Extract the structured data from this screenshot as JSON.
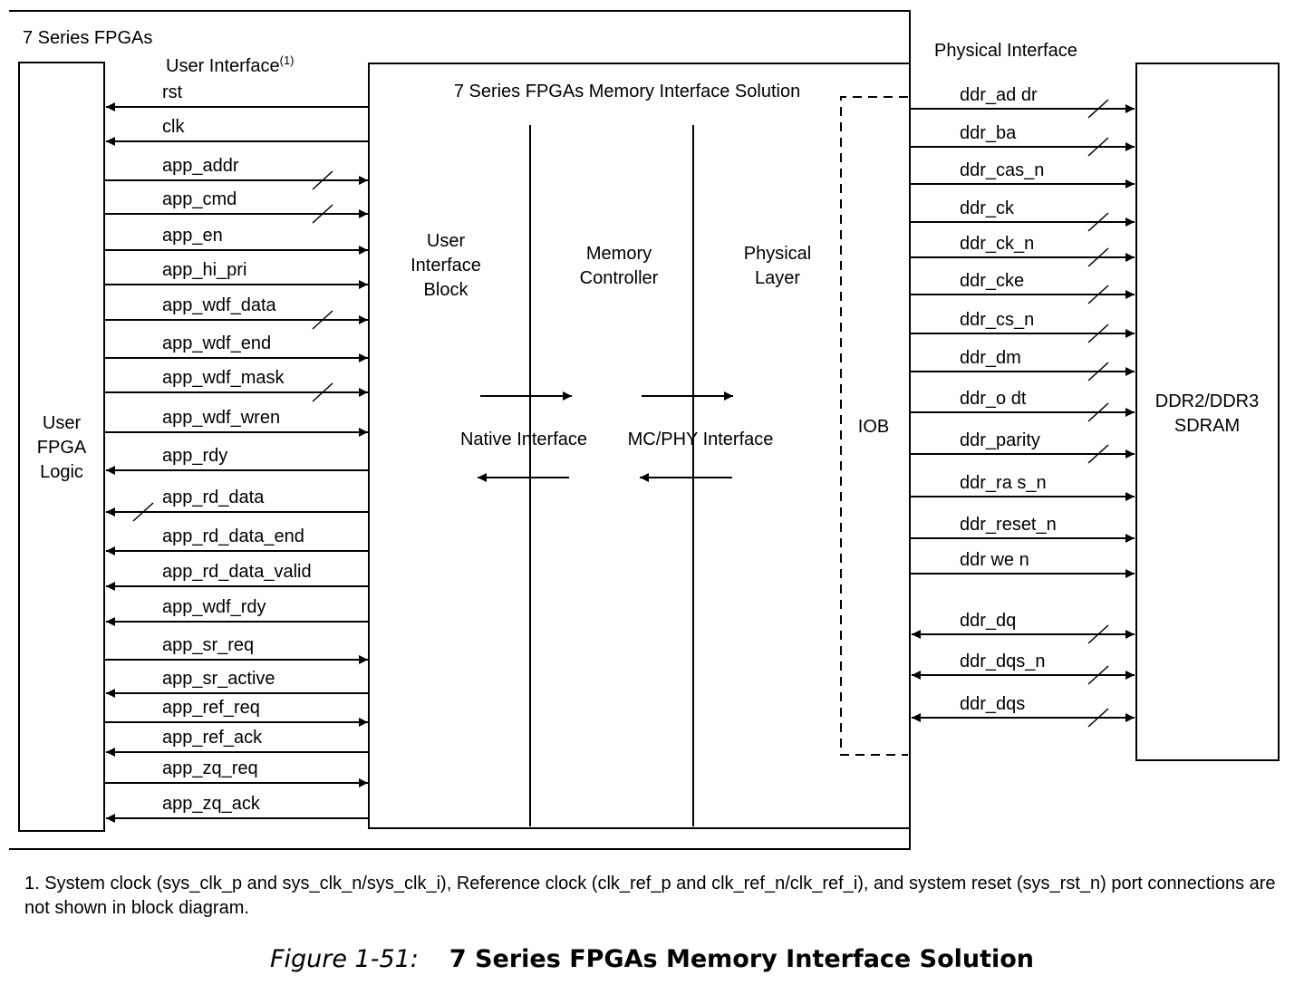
{
  "diagram": {
    "fpga_title": "7 Series FPGAs",
    "user_interface_label": "User Interface",
    "user_interface_sup": "(1)",
    "physical_interface_label": "Physical Interface",
    "user_logic_label": [
      "User",
      "FPGA",
      "Logic"
    ],
    "mis_title": "7 Series FPGAs Memory Interface Solution",
    "ui_block_label": [
      "User",
      "Interface",
      "Block"
    ],
    "mc_label": [
      "Memory",
      "Controller"
    ],
    "phy_label": [
      "Physical",
      "Layer"
    ],
    "native_interface_label": "Native Interface",
    "mc_phy_interface_label": "MC/PHY Interface",
    "iob_label": "IOB",
    "sdram_label": [
      "DDR2/DDR3",
      "SDRAM"
    ],
    "user_signals": [
      {
        "name": "rst",
        "dir": "out",
        "bus": false
      },
      {
        "name": "clk",
        "dir": "out",
        "bus": false
      },
      {
        "name": "app_addr",
        "dir": "in",
        "bus": true
      },
      {
        "name": "app_cmd",
        "dir": "in",
        "bus": true
      },
      {
        "name": "app_en",
        "dir": "in",
        "bus": false
      },
      {
        "name": "app_hi_pri",
        "dir": "in",
        "bus": false
      },
      {
        "name": "app_wdf_data",
        "dir": "in",
        "bus": true
      },
      {
        "name": "app_wdf_end",
        "dir": "in",
        "bus": false
      },
      {
        "name": "app_wdf_mask",
        "dir": "in",
        "bus": true
      },
      {
        "name": "app_wdf_wren",
        "dir": "in",
        "bus": false
      },
      {
        "name": "app_rdy",
        "dir": "out",
        "bus": false
      },
      {
        "name": "app_rd_data",
        "dir": "out",
        "bus": true
      },
      {
        "name": "app_rd_data_end",
        "dir": "out",
        "bus": false
      },
      {
        "name": "app_rd_data_valid",
        "dir": "out",
        "bus": false
      },
      {
        "name": "app_wdf_rdy",
        "dir": "out",
        "bus": false
      },
      {
        "name": "app_sr_req",
        "dir": "in",
        "bus": false
      },
      {
        "name": "app_sr_active",
        "dir": "out",
        "bus": false
      },
      {
        "name": "app_ref_req",
        "dir": "in",
        "bus": false
      },
      {
        "name": "app_ref_ack",
        "dir": "out",
        "bus": false
      },
      {
        "name": "app_zq_req",
        "dir": "in",
        "bus": false
      },
      {
        "name": "app_zq_ack",
        "dir": "out",
        "bus": false
      }
    ],
    "phy_signals": [
      {
        "name": "ddr_ad dr",
        "dir": "out",
        "bus": true
      },
      {
        "name": "ddr_ba",
        "dir": "out",
        "bus": true
      },
      {
        "name": "ddr_cas_n",
        "dir": "out",
        "bus": false
      },
      {
        "name": "ddr_ck",
        "dir": "out",
        "bus": true
      },
      {
        "name": "ddr_ck_n",
        "dir": "out",
        "bus": true
      },
      {
        "name": "ddr_cke",
        "dir": "out",
        "bus": true
      },
      {
        "name": "ddr_cs_n",
        "dir": "out",
        "bus": true
      },
      {
        "name": "ddr_dm",
        "dir": "out",
        "bus": true
      },
      {
        "name": "ddr_o dt",
        "dir": "out",
        "bus": true
      },
      {
        "name": "ddr_parity",
        "dir": "out",
        "bus": true
      },
      {
        "name": "ddr_ra s_n",
        "dir": "out",
        "bus": false
      },
      {
        "name": "ddr_reset_n",
        "dir": "out",
        "bus": false
      },
      {
        "name": "ddr we n",
        "dir": "out",
        "bus": false
      },
      {
        "name": "ddr_dq",
        "dir": "bi",
        "bus": true
      },
      {
        "name": "ddr_dqs_n",
        "dir": "bi",
        "bus": true
      },
      {
        "name": "ddr_dqs",
        "dir": "bi",
        "bus": true
      }
    ]
  },
  "footnote": "1. System clock (sys_clk_p and sys_clk_n/sys_clk_i), Reference clock (clk_ref_p and clk_ref_n/clk_ref_i), and system reset (sys_rst_n) port connections are not shown in block diagram.",
  "caption": {
    "number": "Figure 1-51:",
    "title": "7 Series FPGAs Memory Interface Solution"
  }
}
